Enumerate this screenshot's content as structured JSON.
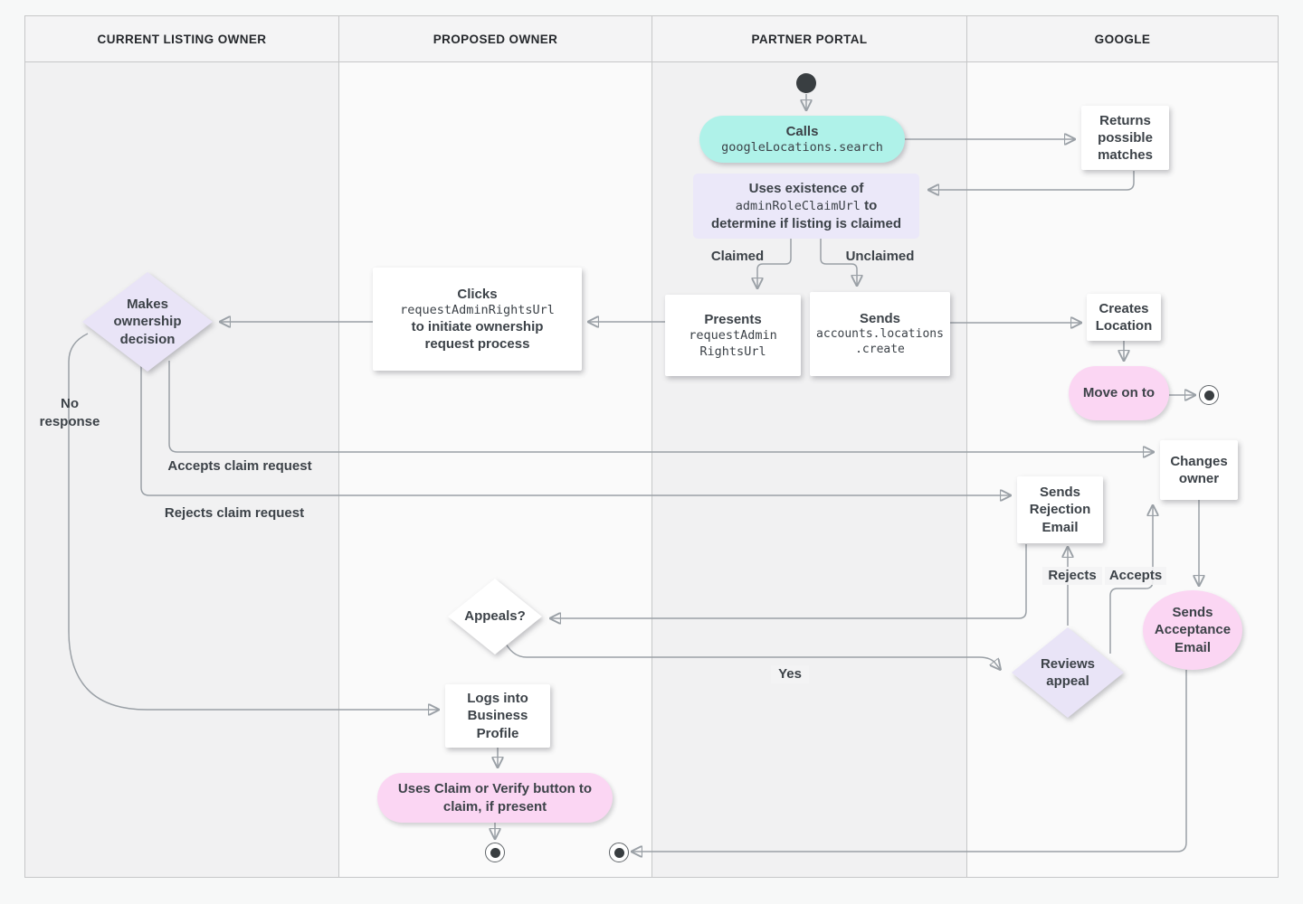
{
  "header": {
    "lanes": [
      {
        "label": "CURRENT LISTING OWNER"
      },
      {
        "label": "PROPOSED OWNER"
      },
      {
        "label": "PARTNER PORTAL"
      },
      {
        "label": "GOOGLE"
      }
    ]
  },
  "nodes": {
    "calls": {
      "title": "Calls",
      "code": "googleLocations.search"
    },
    "returns_matches": {
      "label": "Returns possible matches"
    },
    "uses_existence": {
      "line1": "Uses existence of",
      "code": "adminRoleClaimUrl",
      "line2_suffix": " to",
      "line3": "determine if listing is claimed"
    },
    "presents": {
      "title": "Presents",
      "code_line1": "requestAdmin",
      "code_line2": "RightsUrl"
    },
    "sends_create": {
      "title": "Sends",
      "code_line1": "accounts.locations",
      "code_line2": ".create"
    },
    "creates_location": {
      "label": "Creates Location"
    },
    "move_on": {
      "label": "Move on to"
    },
    "clicks": {
      "line1": "Clicks",
      "code": "requestAdminRightsUrl",
      "line2": "to initiate ownership request process"
    },
    "makes_decision": {
      "label": "Makes ownership decision"
    },
    "changes_owner": {
      "label": "Changes owner"
    },
    "sends_rejection": {
      "label": "Sends Rejection Email"
    },
    "sends_acceptance": {
      "label": "Sends Acceptance Email"
    },
    "reviews_appeal": {
      "label": "Reviews appeal"
    },
    "appeals": {
      "label": "Appeals?"
    },
    "logs_into": {
      "label": "Logs into Business Profile"
    },
    "claim_verify": {
      "label": "Uses Claim or Verify button to claim, if present"
    }
  },
  "edge_labels": {
    "claimed": "Claimed",
    "unclaimed": "Unclaimed",
    "no_response": "No response",
    "accepts_claim": "Accepts claim request",
    "rejects_claim": "Rejects claim request",
    "rejects": "Rejects",
    "accepts": "Accepts",
    "yes": "Yes"
  },
  "colors": {
    "teal_node": "#aff2e9",
    "lavender_node": "#ebe8f9",
    "pink_node": "#fbd6f3",
    "lane_gray": "#f1f1f2",
    "lane_light": "#fafafa",
    "connector": "#9aa0a6",
    "arrowhead": "#7c848b",
    "text": "#3c4248"
  }
}
